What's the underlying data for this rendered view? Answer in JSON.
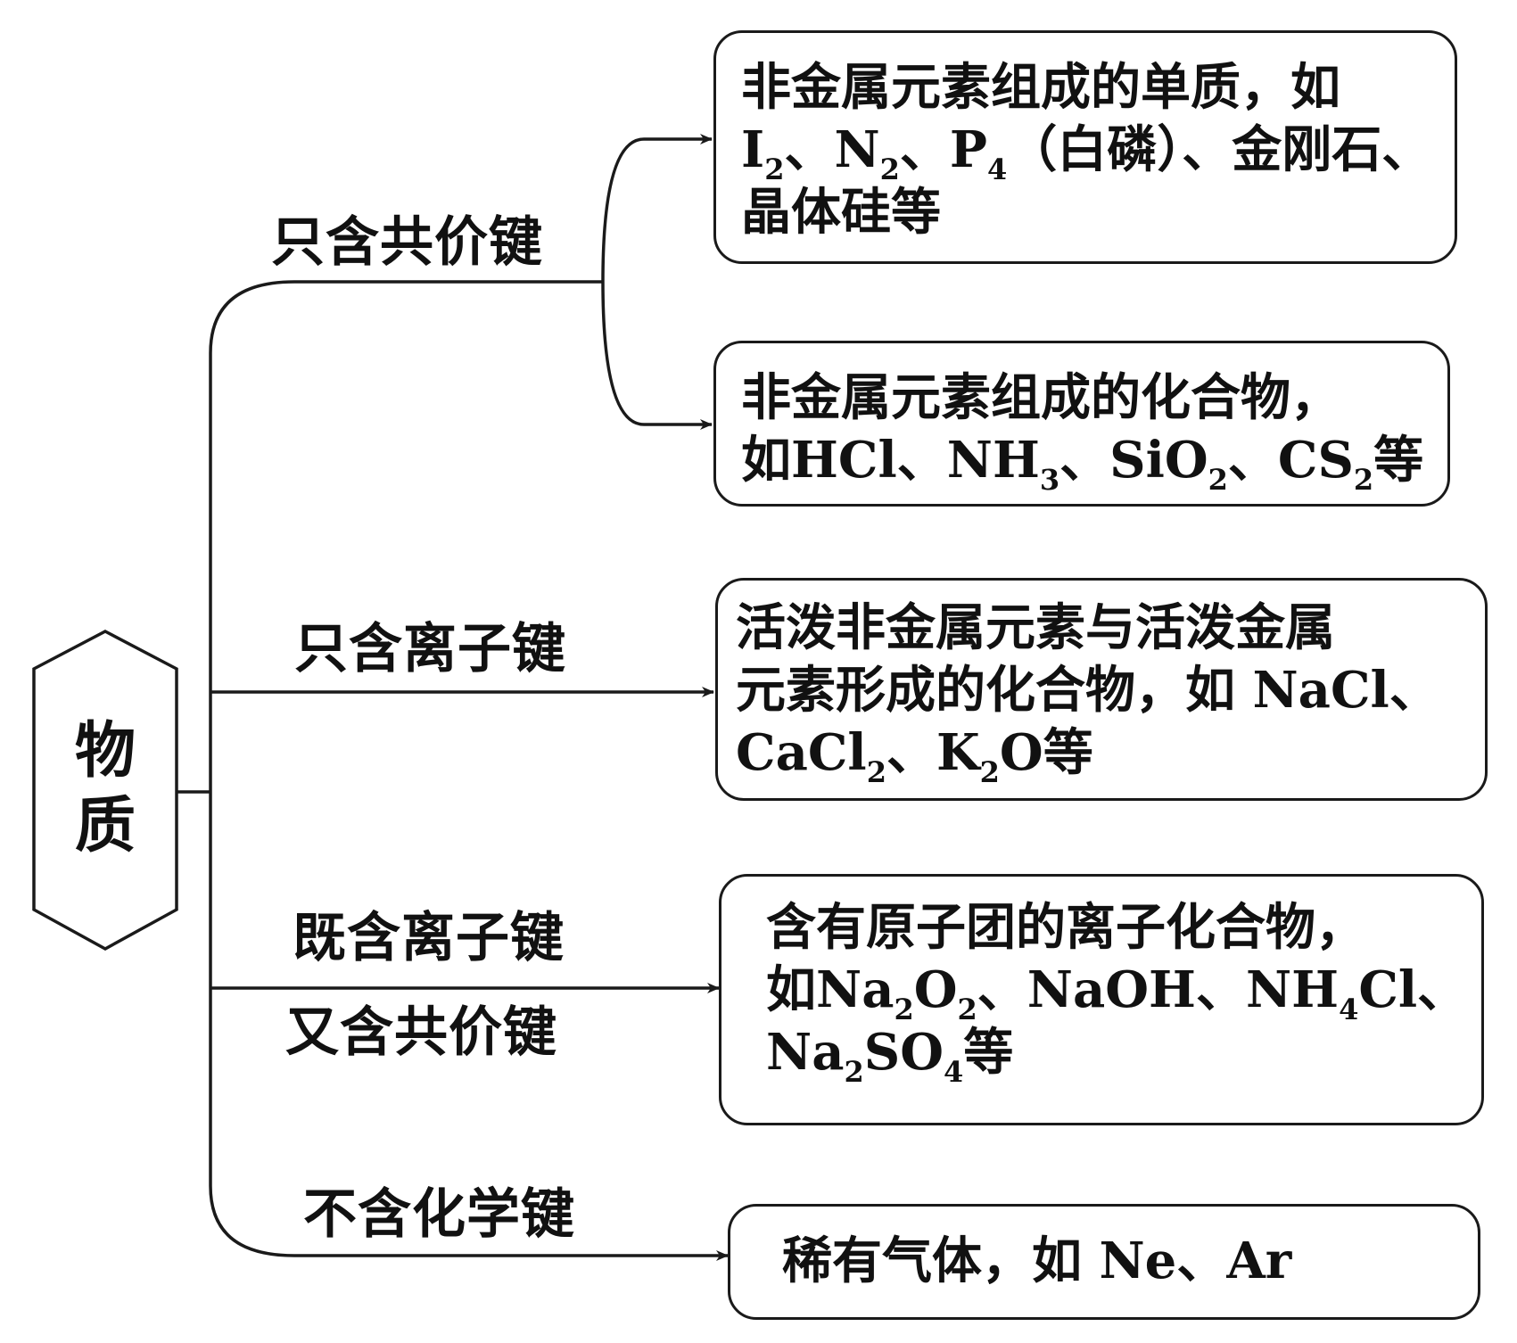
{
  "root": {
    "label_line1": "物",
    "label_line2": "质"
  },
  "branches": [
    {
      "label": "只含共价键"
    },
    {
      "label": "只含离子键"
    },
    {
      "label_line1": "既含离子键",
      "label_line2": "又含共价键"
    },
    {
      "label": "不含化学键"
    }
  ],
  "boxes": {
    "covalent_elements": {
      "line1": "非金属元素组成的单质，如",
      "l2_a": "I",
      "l2_a_sub": "2",
      "l2_b": "、N",
      "l2_b_sub": "2",
      "l2_c": "、P",
      "l2_c_sub": "4",
      "l2_d": "（白磷）、金刚石、",
      "line3": "晶体硅等"
    },
    "covalent_compounds": {
      "line1": "非金属元素组成的化合物，",
      "l2_a": "如HCl、NH",
      "l2_a_sub": "3",
      "l2_b": "、SiO",
      "l2_b_sub": "2",
      "l2_c": "、CS",
      "l2_c_sub": "2",
      "l2_d": "等"
    },
    "ionic_only": {
      "line1": "活泼非金属元素与活泼金属",
      "line2": "元素形成的化合物，如 NaCl、",
      "l3_a": "CaCl",
      "l3_a_sub": "2",
      "l3_b": "、K",
      "l3_b_sub": "2",
      "l3_c": "O等"
    },
    "ionic_and_covalent": {
      "line1": "含有原子团的离子化合物，",
      "l2_a": "如Na",
      "l2_a_sub": "2",
      "l2_b": "O",
      "l2_b_sub": "2",
      "l2_c": "、NaOH、NH",
      "l2_c_sub": "4",
      "l2_d": "Cl、",
      "l3_a": "Na",
      "l3_a_sub": "2",
      "l3_b": "SO",
      "l3_b_sub": "4",
      "l3_c": "等"
    },
    "no_bonds": {
      "line1": "稀有气体，如 Ne、Ar"
    }
  }
}
